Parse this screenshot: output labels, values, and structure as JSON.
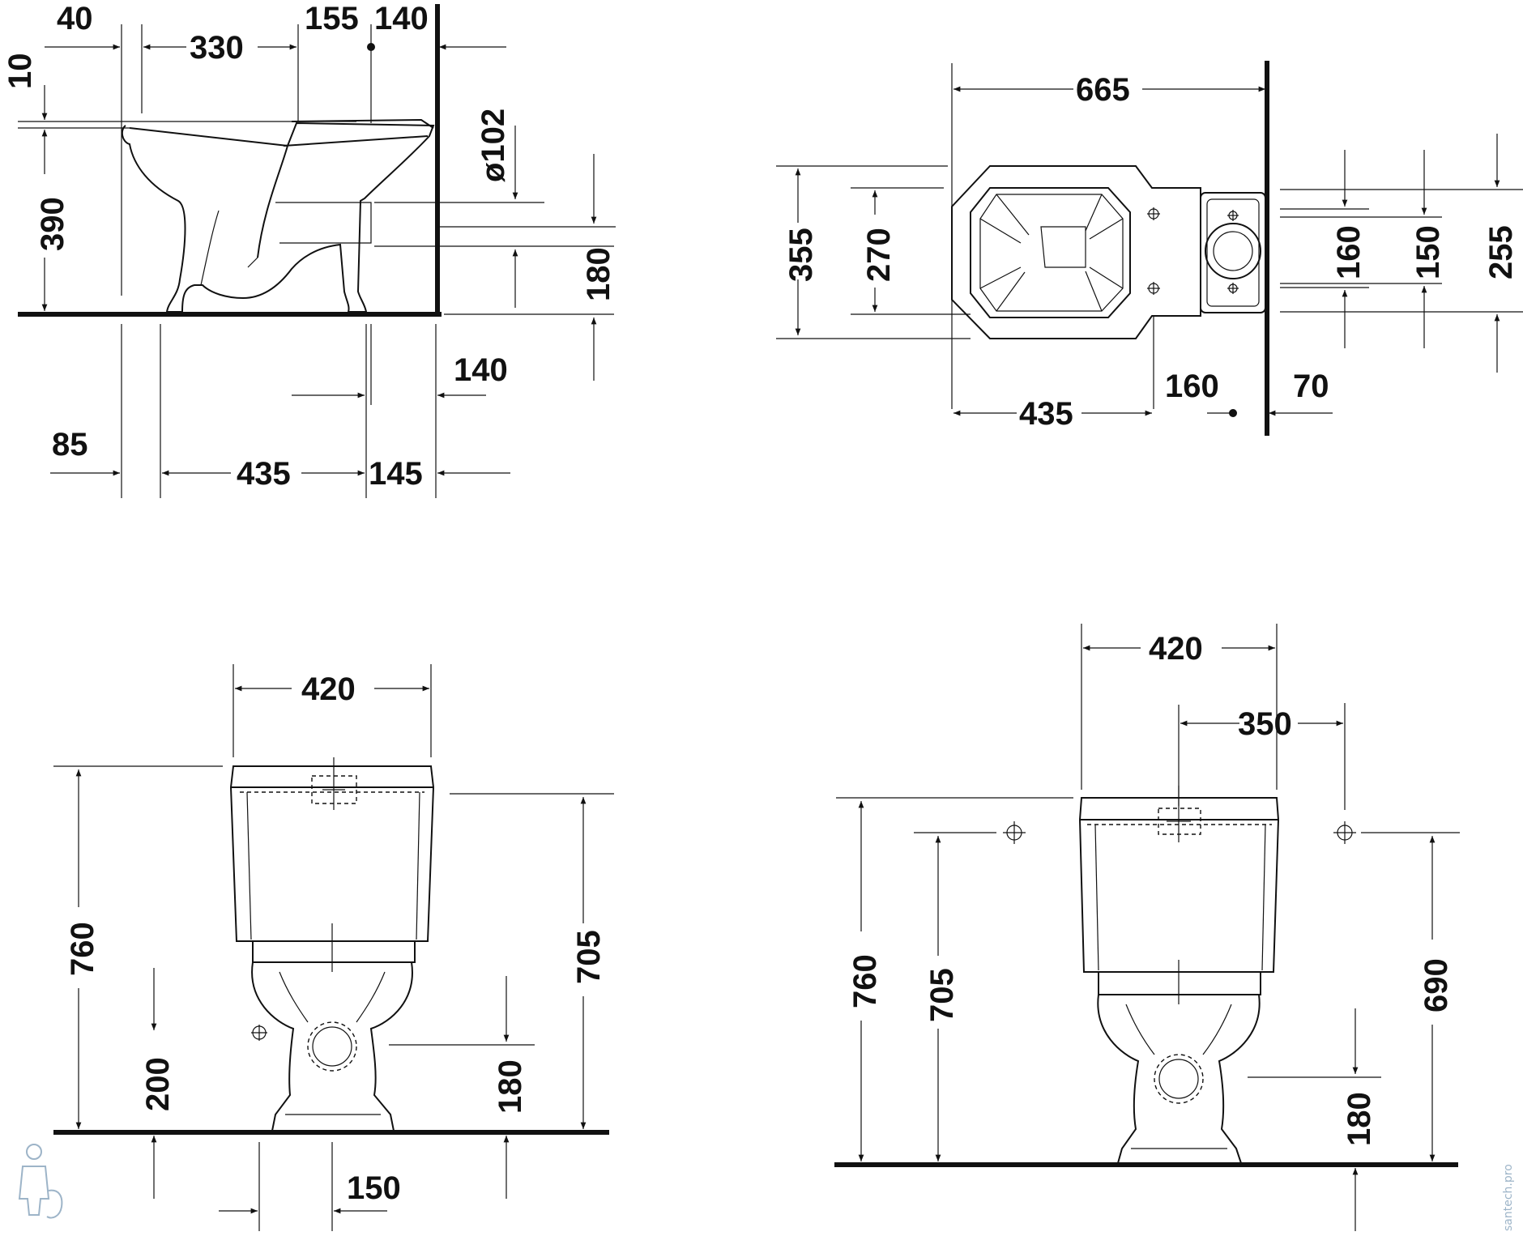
{
  "colors": {
    "line": "#111111",
    "background": "#ffffff",
    "watermark": "#9db4c8"
  },
  "icons": [
    "plumber-logo-icon"
  ],
  "views": {
    "side": {
      "dims": [
        "40",
        "330",
        "155",
        "140",
        "10",
        "390",
        "ø102",
        "180",
        "140",
        "85",
        "435",
        "145"
      ]
    },
    "top": {
      "dims": [
        "665",
        "355",
        "270",
        "160",
        "150",
        "255",
        "435",
        "160",
        "70"
      ]
    },
    "front": {
      "dims": [
        "420",
        "760",
        "705",
        "200",
        "180",
        "150"
      ]
    },
    "rear": {
      "dims": [
        "420",
        "350",
        "760",
        "705",
        "690",
        "180"
      ]
    }
  },
  "watermark": {
    "text": "santech.pro"
  }
}
